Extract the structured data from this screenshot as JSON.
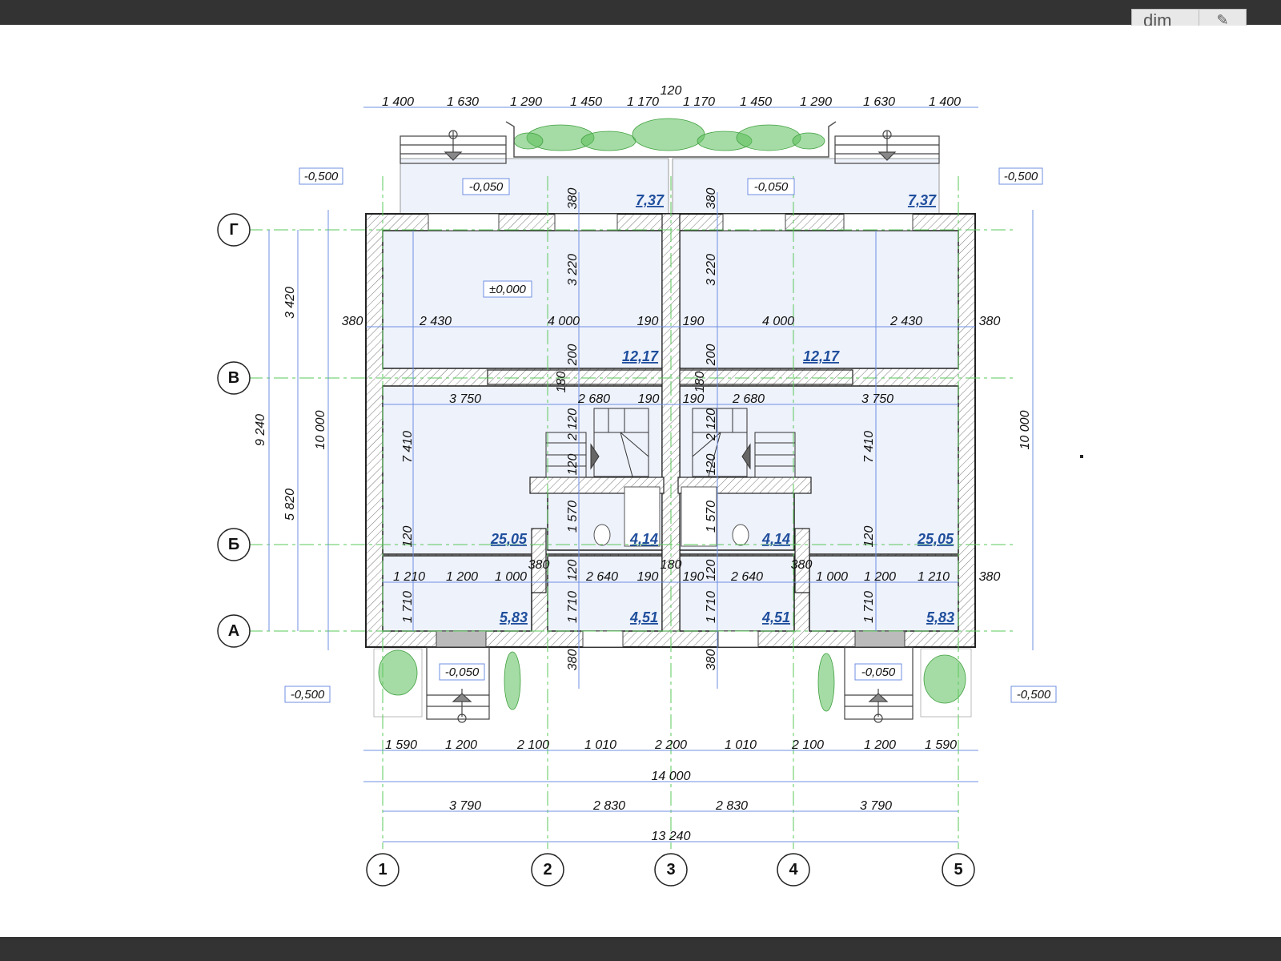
{
  "viewer": {
    "logo_text": "dim",
    "icon": "tool-icon"
  },
  "colors": {
    "wall_hatch": "#777777",
    "dimension": "#6f8fe0",
    "axis": "#5ac85a",
    "room_fill": "#eef2fb",
    "area_text": "#1f4e9c",
    "greenery": "#5bbf5b"
  },
  "dims": {
    "top": [
      "1 400",
      "1 630",
      "1 290",
      "1 450",
      "1 170",
      "1 170",
      "1 450",
      "1 290",
      "1 630",
      "1 400"
    ],
    "top_center": "120",
    "b1": [
      "1 590",
      "1 200",
      "2 100",
      "1 010",
      "2 200",
      "1 010",
      "2 100",
      "1 200",
      "1 590"
    ],
    "total": "14 000",
    "axes_spacing": [
      "3 790",
      "2 830",
      "2 830",
      "3 790"
    ],
    "axes_total": "13 240",
    "left_outer": "9 240",
    "left_a": "3 420",
    "left_b": "5 820",
    "left_full": "10 000",
    "right_full": "10 000",
    "row1": [
      "380",
      "2 430",
      "4 000",
      "190",
      "190",
      "4 000",
      "2 430",
      "380"
    ],
    "row2": [
      "3 750",
      "2 680",
      "190",
      "190",
      "2 680",
      "3 750"
    ],
    "row3": [
      "1 210",
      "1 200",
      "1 000",
      "380",
      "2 640",
      "190",
      "190",
      "2 640",
      "380",
      "1 000",
      "1 200",
      "1 210",
      "380"
    ],
    "v3220": "3 220",
    "v380": "380",
    "v200": "200",
    "v180": "180",
    "v2120": "2 120",
    "v120": "120",
    "v1570": "1 570",
    "v7410": "7 410",
    "v1710": "1 710"
  },
  "areas": {
    "terrace": "7,37",
    "living": "12,17",
    "hall": "25,05",
    "bath": "4,14",
    "entry": "5,83",
    "wc": "4,51"
  },
  "levels": {
    "outer": "-0,500",
    "step": "-0,050",
    "floor": "±0,000"
  },
  "axes": {
    "letters": [
      "Г",
      "В",
      "Б",
      "А"
    ],
    "numbers": [
      "1",
      "2",
      "3",
      "4",
      "5"
    ]
  }
}
